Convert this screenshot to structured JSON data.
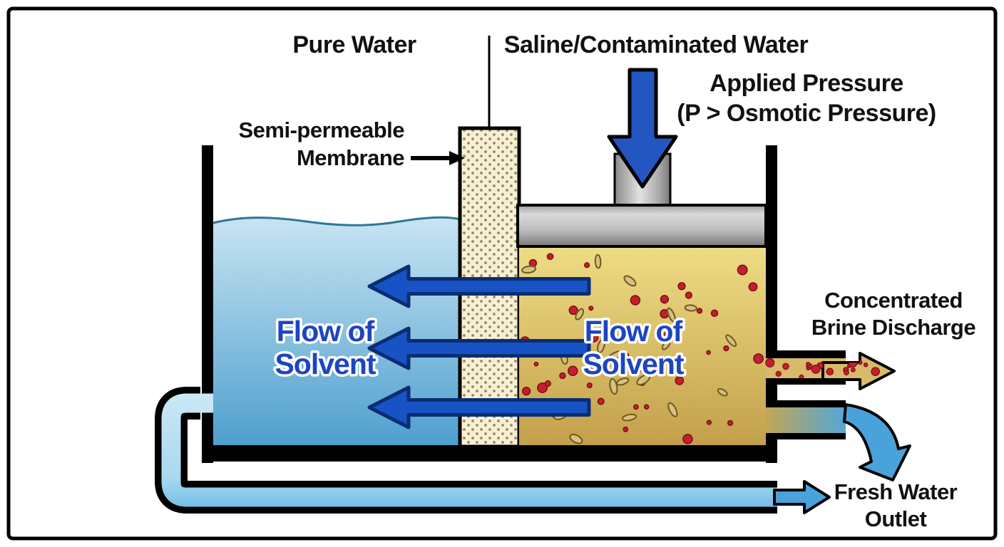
{
  "labels": {
    "pure_water": "Pure Water",
    "saline_water": "Saline/Contaminated Water",
    "applied_pressure": [
      "Applied Pressure",
      "(P > Osmotic Pressure)"
    ],
    "membrane": [
      "Semi-permeable",
      "Membrane"
    ],
    "flow_left": [
      "Flow of",
      "Solvent"
    ],
    "flow_right": [
      "Flow of",
      "Solvent"
    ],
    "brine": [
      "Concentrated",
      "Brine Discharge"
    ],
    "fresh": [
      "Fresh Water",
      "Outlet"
    ]
  },
  "colors": {
    "label_text": "#111111",
    "flow_text": "#1d45c0",
    "arrow_blue": "#1853c5",
    "arrow_outline": "#0a2d72",
    "pressure_arrow": "#2456c2",
    "water_top": "#c8e4f2",
    "water_bottom": "#4f9fce",
    "water_surface": "#2d7795",
    "saline_top": "#eedc84",
    "saline_bottom": "#c3a04b",
    "membrane_fill": "#f8efd3",
    "membrane_dot": "#8e8a68",
    "piston_light": "#d9d9d9",
    "piston_dark": "#7a7a7a",
    "brine_fluid": "#d9b96a",
    "fresh_arrow": "#4aa2da",
    "pipe_light": "#cde9f6",
    "pipe_deep": "#6fbbe4",
    "particle_red": "#c41f2f",
    "bean_fill": "#d9c080"
  }
}
